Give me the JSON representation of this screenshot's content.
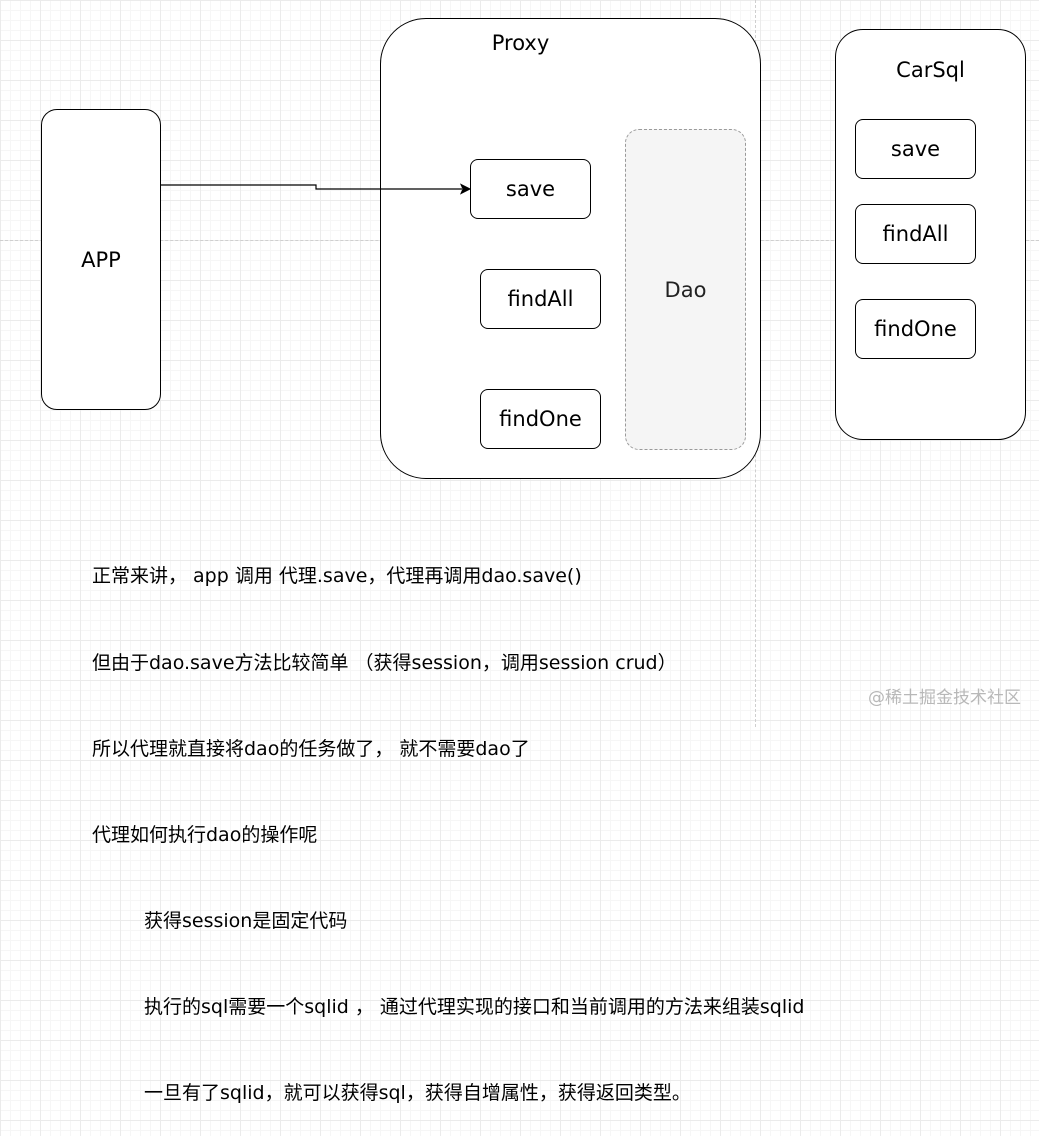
{
  "diagram": {
    "app": {
      "label": "APP"
    },
    "proxy": {
      "title": "Proxy",
      "methods": [
        "save",
        "findAll",
        "findOne"
      ],
      "dao_label": "Dao"
    },
    "carsql": {
      "title": "CarSql",
      "methods": [
        "save",
        "findAll",
        "findOne"
      ]
    }
  },
  "notes": [
    "正常来讲， app 调用 代理.save，代理再调用dao.save()",
    "但由于dao.save方法比较简单 （获得session，调用session crud）",
    "所以代理就直接将dao的任务做了， 就不需要dao了",
    "代理如何执行dao的操作呢",
    "获得session是固定代码",
    "执行的sql需要一个sqlid ， 通过代理实现的接口和当前调用的方法来组装sqlid",
    "一旦有了sqlid，就可以获得sql，获得自增属性，获得返回类型。"
  ],
  "watermark": "@稀土掘金技术社区"
}
